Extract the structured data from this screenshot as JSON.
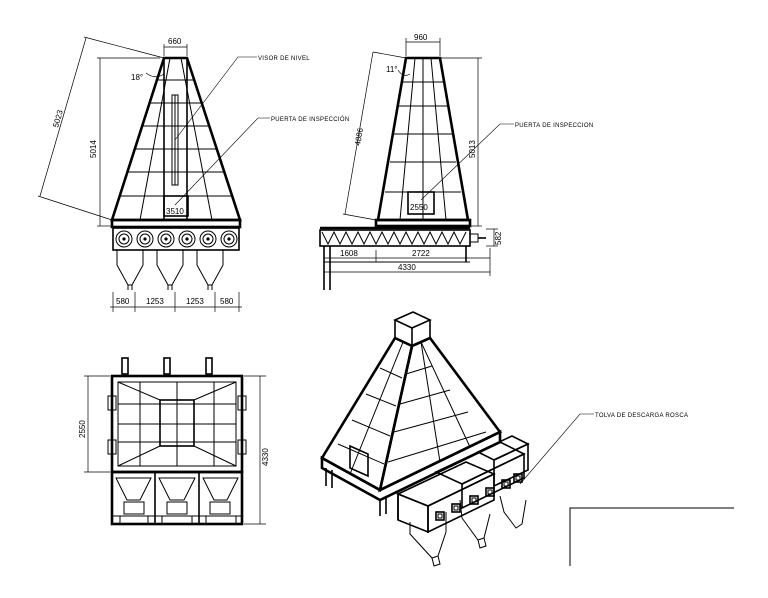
{
  "front_view": {
    "dim_top": "660",
    "dim_slant": "5023",
    "dim_height": "5014",
    "angle": "18°",
    "dim_base": "3510",
    "bottom_dims": [
      "580",
      "1253",
      "1253",
      "580"
    ],
    "callout_level": "VISOR DE NIVEL",
    "callout_door": "PUERTA DE INSPECCIÓN"
  },
  "side_view": {
    "dim_top": "960",
    "dim_slant": "4886",
    "dim_height": "5013",
    "angle": "11°",
    "dim_base": "2550",
    "dim_screw": "582",
    "dim_a": "1608",
    "dim_b": "2722",
    "dim_total": "4330",
    "callout_door": "PUERTA DE INSPECCION"
  },
  "plan_view": {
    "dim_width": "2550",
    "dim_length": "4330"
  },
  "iso_view": {
    "callout_hopper": "TOLVA DE DESCARGA ROSCA"
  }
}
